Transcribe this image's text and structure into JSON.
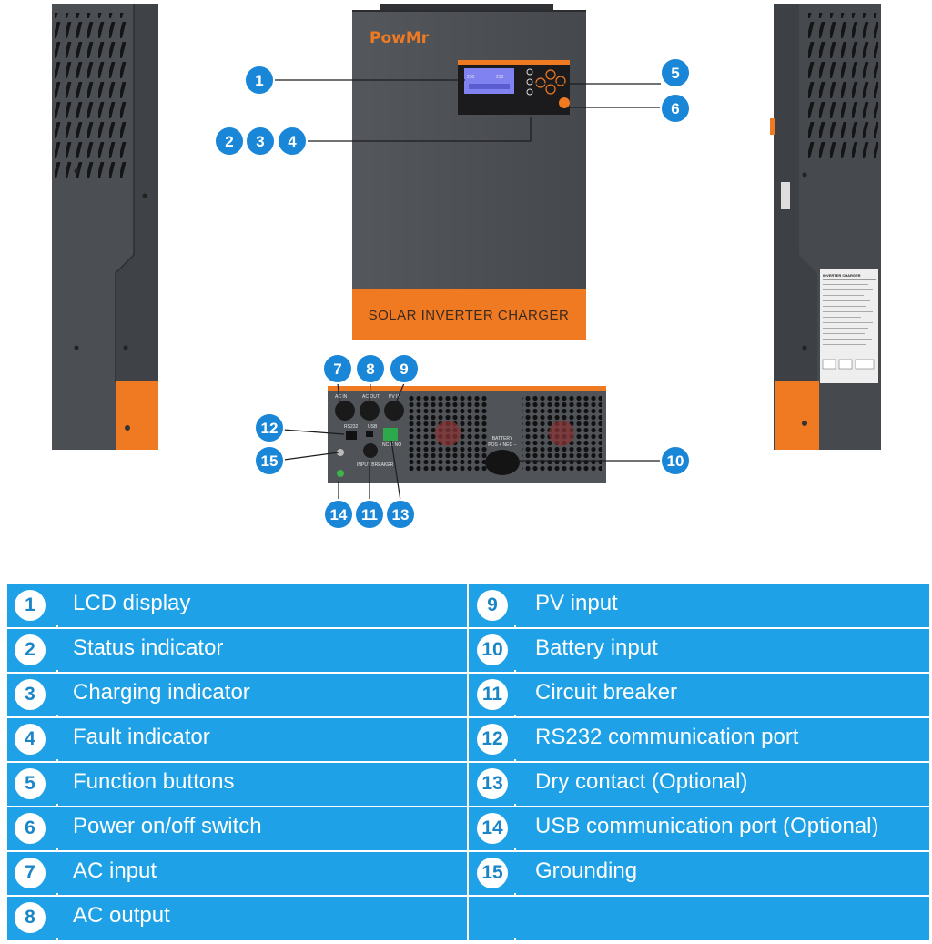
{
  "product": {
    "brand": "PowMr",
    "front_label": "SOLAR INVERTER CHARGER",
    "lcd_readout_left": "230",
    "lcd_readout_right": "230",
    "battery_label": "BATTERY",
    "battery_polarity": "POS + NEG −",
    "port_labels": {
      "ac_in": "AC IN",
      "ac_out": "AC OUT",
      "pv_in": "PV IN",
      "rs232": "RS232",
      "usb": "USB",
      "input_breaker": "INPUT BREAKER",
      "dry_contact": "NC C NO"
    },
    "side_sticker_title": "INVERTER CHARGER"
  },
  "callouts": [
    "1",
    "2",
    "3",
    "4",
    "5",
    "6",
    "7",
    "8",
    "9",
    "10",
    "11",
    "12",
    "13",
    "14",
    "15"
  ],
  "legend": {
    "left": [
      {
        "num": "1",
        "label": "LCD display"
      },
      {
        "num": "2",
        "label": "Status indicator"
      },
      {
        "num": "3",
        "label": "Charging indicator"
      },
      {
        "num": "4",
        "label": "Fault indicator"
      },
      {
        "num": "5",
        "label": "Function buttons"
      },
      {
        "num": "6",
        "label": "Power on/off switch"
      },
      {
        "num": "7",
        "label": "AC input"
      },
      {
        "num": "8",
        "label": "AC output"
      }
    ],
    "right": [
      {
        "num": "9",
        "label": "PV input"
      },
      {
        "num": "10",
        "label": "Battery input"
      },
      {
        "num": "11",
        "label": "Circuit breaker"
      },
      {
        "num": "12",
        "label": "RS232 communication port"
      },
      {
        "num": "13",
        "label": "Dry contact (Optional)"
      },
      {
        "num": "14",
        "label": "USB communication port (Optional)"
      },
      {
        "num": "15",
        "label": "Grounding"
      }
    ]
  },
  "colors": {
    "body": "#4a4d52",
    "accent_orange": "#f07a22",
    "callout_blue": "#1a86d8",
    "legend_blue": "#1ea1e6",
    "lcd": "#7f82f0"
  }
}
